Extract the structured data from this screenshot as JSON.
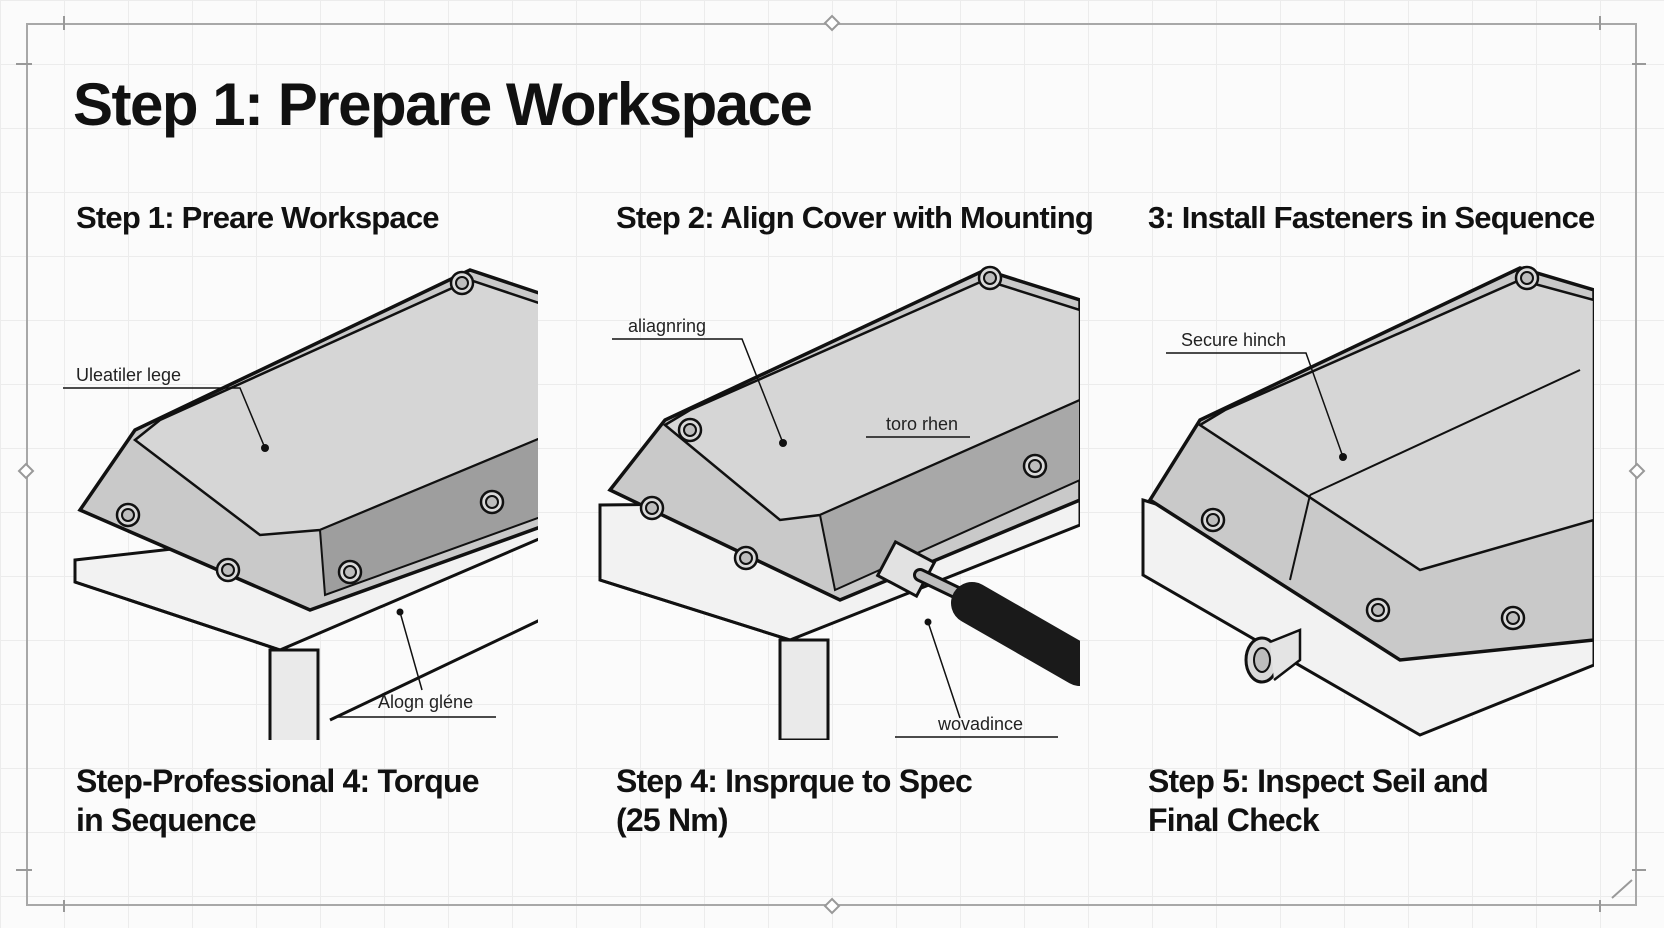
{
  "page": {
    "title": "Step 1: Prepare Workspace"
  },
  "panels": [
    {
      "title": "Step 1: Preare Workspace",
      "labels": [
        "Uleatiler lege",
        "Alogn gléne"
      ],
      "caption": [
        "Step-Professional 4: Torque",
        "in Sequence"
      ]
    },
    {
      "title": "Step 2: Align Cover with Mounting",
      "labels": [
        "aliagnring",
        "toro rhen",
        "wovadince"
      ],
      "caption": [
        "Step 4: Insprque to Spec",
        "(25 Nm)"
      ]
    },
    {
      "title": "3: Install Fasteners in Sequence",
      "labels": [
        "Secure hinch"
      ],
      "caption": [
        "Step 5: Inspect Seil and",
        "Final Check"
      ]
    }
  ],
  "icons": {
    "tool": "screwdriver-icon",
    "fastener": "bolt-icon"
  },
  "colors": {
    "cover": "#c9c9c9",
    "cover_top": "#d6d6d6",
    "base": "#f2f2f2",
    "outline": "#111111",
    "grid": "#ececec",
    "frame": "#a8a8a8"
  }
}
